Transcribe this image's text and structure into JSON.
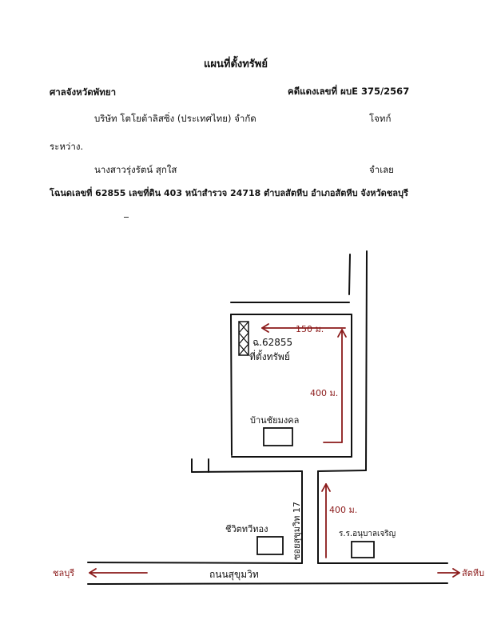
{
  "header": {
    "title": "แผนที่ตั้งทรัพย์",
    "court": "ศาลจังหวัดพัทยา",
    "case_number": "คดีแดงเลขที่ ผบE 375/2567",
    "plaintiff_name": "บริษัท โตโยต้าลิสซิ่ง (ประเทศไทย) จำกัด",
    "plaintiff_role": "โจทก์",
    "between": "ระหว่าง.",
    "defendant_name": "นางสาวรุ่งรัตน์ สุกใส",
    "defendant_role": "จำเลย",
    "deed_line": "โฉนดเลขที่ 62855 เลขที่ดิน 403 หน้าสำรวจ 24718 ตำบลสัตหีบ อำเภอสัตหีบ จังหวัดชลบุรี"
  },
  "map": {
    "distance_top": "150 ม.",
    "deed_label": "ฉ.62855",
    "property_label": "ที่ตั้งทรัพย์",
    "distance_side": "400 ม.",
    "landmark_house": "บ้านชัยมงคล",
    "soi_label": "ซอยสุขุมวิท 17",
    "distance_soi": "400 ม.",
    "landmark_shop": "ชีวิตทวีทอง",
    "landmark_school": "ร.ร.อนุบาลเจริญ",
    "main_road": "ถนนสุขุมวิท",
    "left_direction": "ชลบุรี",
    "right_direction": "สัตหีบ"
  },
  "colors": {
    "ink": "#111111",
    "red_ink": "#8b1a1a"
  }
}
